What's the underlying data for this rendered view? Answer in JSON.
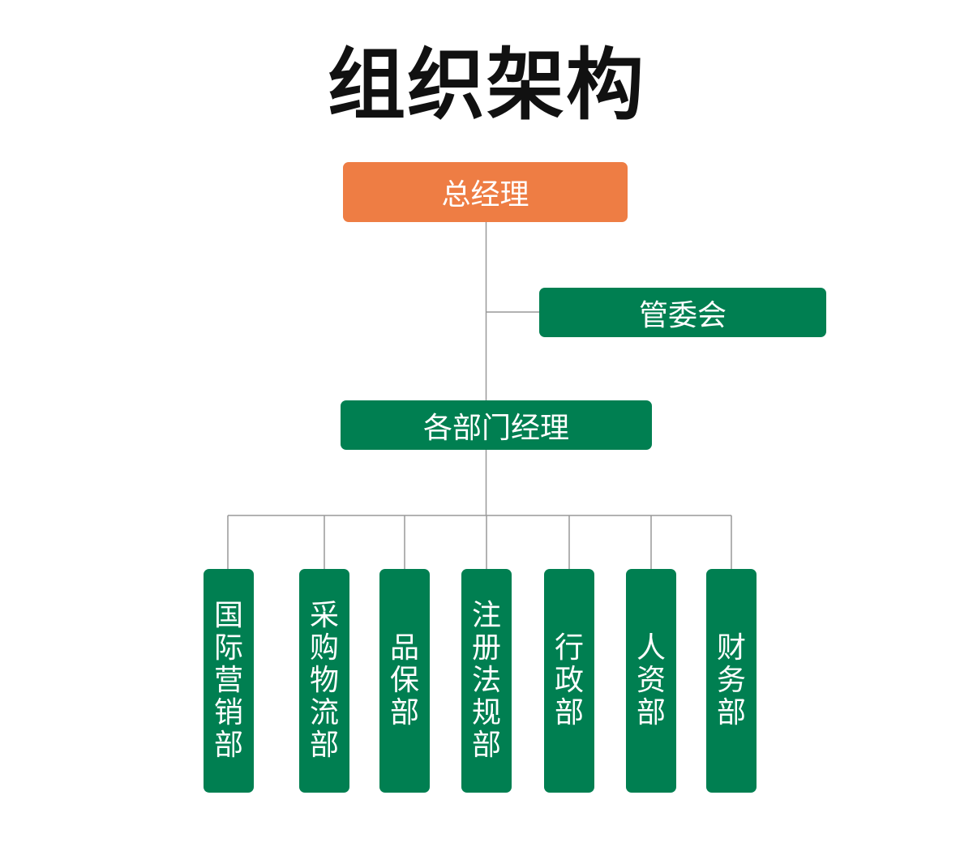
{
  "title": "组织架构",
  "colors": {
    "gm_box": "#EE7D44",
    "dept_box": "#007F51",
    "connector": "#999999",
    "box_text": "#FFFFFF",
    "title_text": "#111111"
  },
  "nodes": {
    "general_manager": "总经理",
    "management_committee": "管委会",
    "department_managers": "各部门经理"
  },
  "departments": [
    "国际营销部",
    "采购物流部",
    "品保部",
    "注册法规部",
    "行政部",
    "人资部",
    "财务部"
  ]
}
